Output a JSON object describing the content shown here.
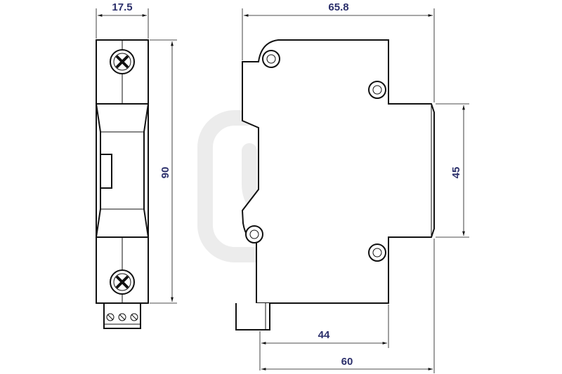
{
  "dimensions": {
    "front_width": "17.5",
    "overall_depth": "65.8",
    "height": "90",
    "front_face_height": "45",
    "mount_depth_44": "44",
    "mount_depth_60": "60"
  },
  "colors": {
    "line": "#111111",
    "dimension_text": "#2b2f6b",
    "watermark": "#ececec"
  },
  "icons": {
    "watermark": "plug-logo-watermark",
    "terminal_screw": "terminal-screw-icon"
  }
}
